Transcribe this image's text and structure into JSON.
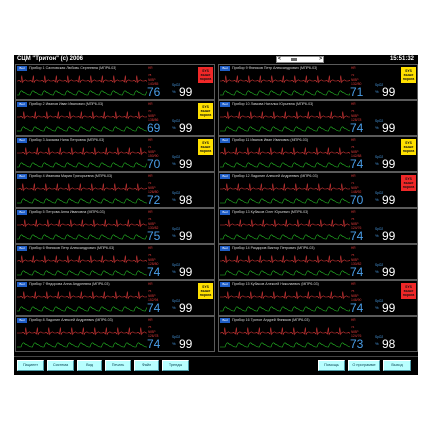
{
  "window": {
    "title": "СЦМ \"Тритон\" (с) 2006",
    "clock": "15:51:32",
    "nav_left": "<",
    "nav_right": ">"
  },
  "colors": {
    "background": "#000000",
    "ecg_wave": "#e03a3a",
    "spo2_wave": "#28c828",
    "bed_button": "#1f5ec8",
    "alarm_red": "#f02828",
    "alarm_yellow": "#ffe000",
    "toolbar_button": "#b8ffff"
  },
  "labels": {
    "hr": "HR",
    "nibp": "NIBP",
    "spo2": "SpO2",
    "percent": "%"
  },
  "monitors": [
    {
      "bed": "Bed",
      "device": "Прибор 1 Сахновская Любовь Сергеевна (МПР6-03)",
      "hr_top": "78",
      "nibp": "140/85",
      "pulse": "76",
      "spo2": "99",
      "alarm": {
        "color": "red",
        "lines": [
          "SYS",
          "выше",
          "порога"
        ]
      }
    },
    {
      "bed": "Bed",
      "device": "Прибор 9 Фиников Петр Александрович (МПР6-03)",
      "hr_top": "72",
      "nibp": "132/80",
      "pulse": "71",
      "spo2": "99",
      "alarm": {
        "color": "yellow",
        "lines": [
          "SYS",
          "выше",
          "порога"
        ]
      }
    },
    {
      "bed": "Bed",
      "device": "Прибор 2 Иванов Иван Иванович (МПР6-03)",
      "hr_top": "70",
      "nibp": "138/86",
      "pulse": "69",
      "spo2": "99",
      "alarm": {
        "color": "yellow",
        "lines": [
          "SYS",
          "выше",
          "порога"
        ]
      }
    },
    {
      "bed": "Bed",
      "device": "Прибор 10 Ламова Наталья Юрьевна (МПР6-03)",
      "hr_top": "75",
      "nibp": "128/78",
      "pulse": "74",
      "spo2": "99",
      "alarm": null
    },
    {
      "bed": "Bed",
      "device": "Прибор 3 Азизова Нина Петровна (МПР6-03)",
      "hr_top": "71",
      "nibp": "150/90",
      "pulse": "70",
      "spo2": "99",
      "alarm": {
        "color": "yellow",
        "lines": [
          "SYS",
          "выше",
          "порога"
        ]
      }
    },
    {
      "bed": "Bed",
      "device": "Прибор 11 Иванов Иван Иванович (МПР6-03)",
      "hr_top": "75",
      "nibp": "142/88",
      "pulse": "74",
      "spo2": "99",
      "alarm": {
        "color": "yellow",
        "lines": [
          "SYS",
          "выше",
          "порога"
        ]
      }
    },
    {
      "bed": "Bed",
      "device": "Прибор 4 Иванова Мария Григорьевна (МПР6-03)",
      "hr_top": "73",
      "nibp": "126/80",
      "pulse": "72",
      "spo2": "98",
      "alarm": null
    },
    {
      "bed": "Bed",
      "device": "Прибор 12 Ладонин Алексей Андреевич (МПР6-03)",
      "hr_top": "71",
      "nibp": "148/92",
      "pulse": "70",
      "spo2": "99",
      "alarm": {
        "color": "red",
        "lines": [
          "SYS",
          "выше",
          "порога"
        ]
      }
    },
    {
      "bed": "Bed",
      "device": "Прибор 5 Петрова Анна Ивановна (МПР6-03)",
      "hr_top": "76",
      "nibp": "130/82",
      "pulse": "75",
      "spo2": "99",
      "alarm": null
    },
    {
      "bed": "Bed",
      "device": "Прибор 13 Кубасов Олег Юрьевич (МПР6-03)",
      "hr_top": "75",
      "nibp": "124/76",
      "pulse": "74",
      "spo2": "99",
      "alarm": null
    },
    {
      "bed": "Bed",
      "device": "Прибор 6 Фиников Петр Александрович (МПР6-03)",
      "hr_top": "75",
      "nibp": "128/80",
      "pulse": "74",
      "spo2": "99",
      "alarm": null
    },
    {
      "bed": "Bed",
      "device": "Прибор 14 Раздоров Виктор Петрович (МПР6-03)",
      "hr_top": "75",
      "nibp": "130/82",
      "pulse": "74",
      "spo2": "99",
      "alarm": null
    },
    {
      "bed": "Bed",
      "device": "Прибор 7 Федорова Анна Андреевна (МПР6-03)",
      "hr_top": "75",
      "nibp": "152/94",
      "pulse": "74",
      "spo2": "99",
      "alarm": {
        "color": "yellow",
        "lines": [
          "SYS",
          "выше",
          "порога"
        ]
      }
    },
    {
      "bed": "Bed",
      "device": "Прибор 15 Кубасов Алексей Николаевич (МПР6-03)",
      "hr_top": "75",
      "nibp": "146/90",
      "pulse": "74",
      "spo2": "99",
      "alarm": {
        "color": "red",
        "lines": [
          "SYS",
          "выше",
          "порога"
        ]
      }
    },
    {
      "bed": "Bed",
      "device": "Прибор 8 Ладонин Алексей Андреевич (МПР6-03)",
      "hr_top": "75",
      "nibp": "126/78",
      "pulse": "74",
      "spo2": "99",
      "alarm": null
    },
    {
      "bed": "Bed",
      "device": "Прибор 16 Тритон Андрей Фиников (МПР6-03)",
      "hr_top": "74",
      "nibp": "124/76",
      "pulse": "73",
      "spo2": "98",
      "alarm": null
    }
  ],
  "toolbar": {
    "left": [
      "Пациент",
      "Система",
      "Вид",
      "Печать",
      "Файл",
      "Тренды"
    ],
    "right": [
      "Помощь",
      "О программе",
      "Выход"
    ]
  }
}
